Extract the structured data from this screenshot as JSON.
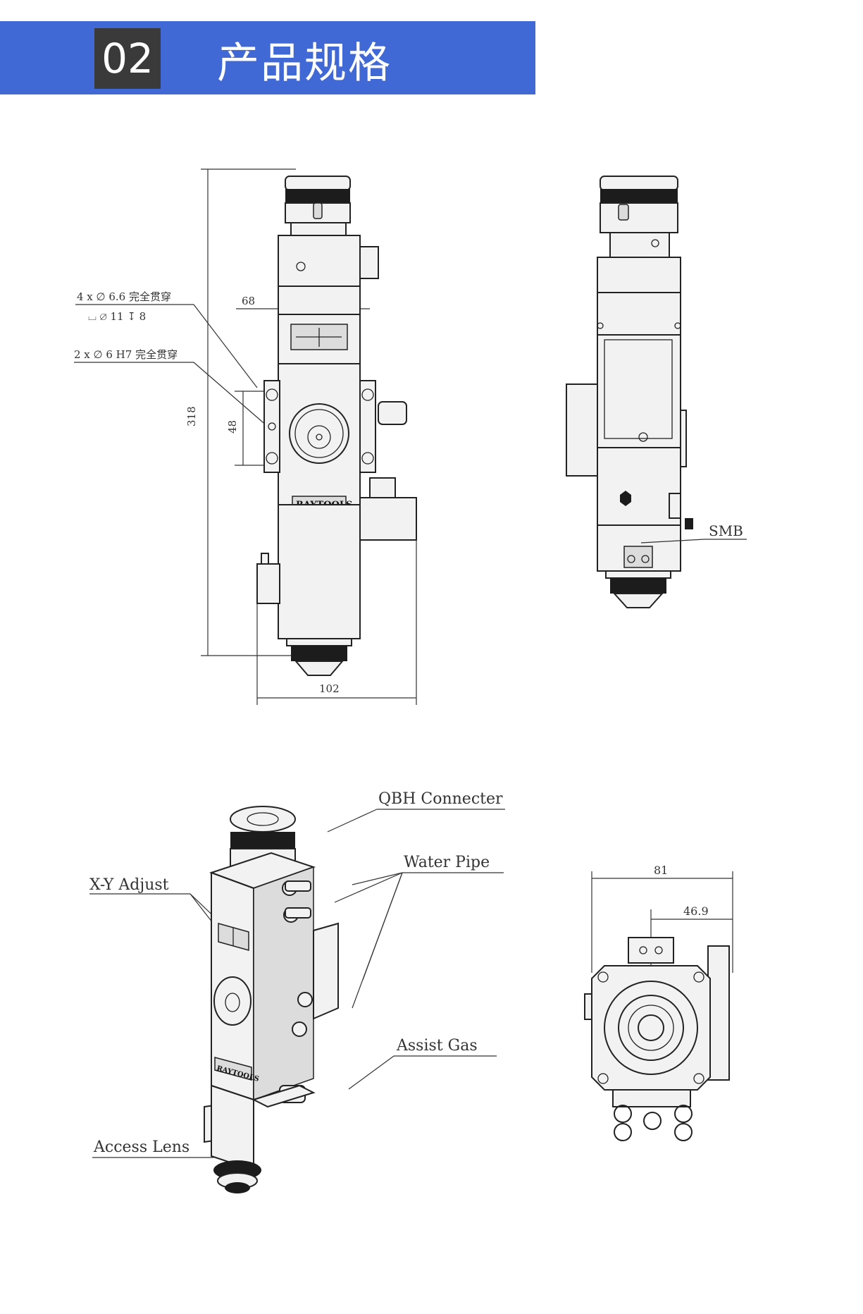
{
  "header": {
    "number": "02",
    "title": "产品规格"
  },
  "front_view": {
    "annotation_holes": "4 x ∅ 6.6 完全贯穿",
    "annotation_counterbore": "⌴ ∅ 11 ↧ 8",
    "annotation_pins": "2 x ∅ 6 H7 完全贯穿",
    "dim_width_top": "68",
    "dim_hole_spacing": "48",
    "dim_height": "318",
    "dim_width_bottom": "102",
    "brand_plate": "RAYTOOLS"
  },
  "side_view": {
    "label_smb": "SMB"
  },
  "iso_view": {
    "label_qbh": "QBH Connecter",
    "label_water": "Water Pipe",
    "label_xy": "X-Y Adjust",
    "label_gas": "Assist Gas",
    "label_lens": "Access Lens",
    "brand_plate": "RAYTOOLS"
  },
  "bottom_view": {
    "dim_width": "81",
    "dim_offset": "46.9"
  }
}
